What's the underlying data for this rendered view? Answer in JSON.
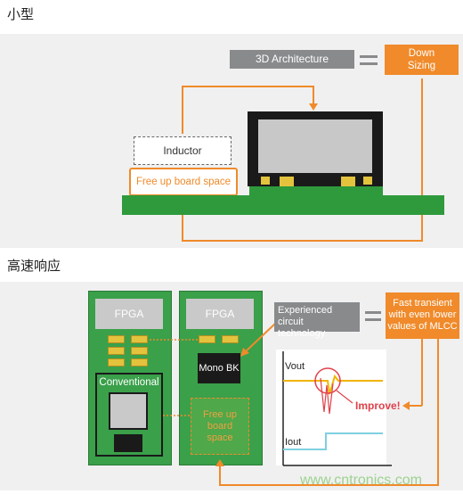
{
  "section1": {
    "title": "小型",
    "architecture_label": "3D Architecture",
    "result_label": "Down\nSizing",
    "inductor_label": "Inductor",
    "free_space_label": "Free up board space"
  },
  "section2": {
    "title": "高速响应",
    "fpga_left": "FPGA",
    "fpga_right": "FPGA",
    "conventional_label": "Conventional",
    "mono_label": "Mono BK",
    "free_space_label": "Free up\nboard\nspace",
    "experienced_label": "Experienced circuit\ntechnology",
    "result_label": "Fast transient\nwith even lower\nvalues of MLCC",
    "vout_label": "Vout",
    "iout_label": "Iout",
    "improve_label": "Improve!"
  },
  "watermark": "www.cntronics.com",
  "colors": {
    "accent_orange": "#f08a2a",
    "pcb_green": "#2e9a3c",
    "gray_label": "#888a8c",
    "vout_line": "#f0b400",
    "iout_line": "#7fd0e0",
    "improve_red": "#e0404a"
  }
}
